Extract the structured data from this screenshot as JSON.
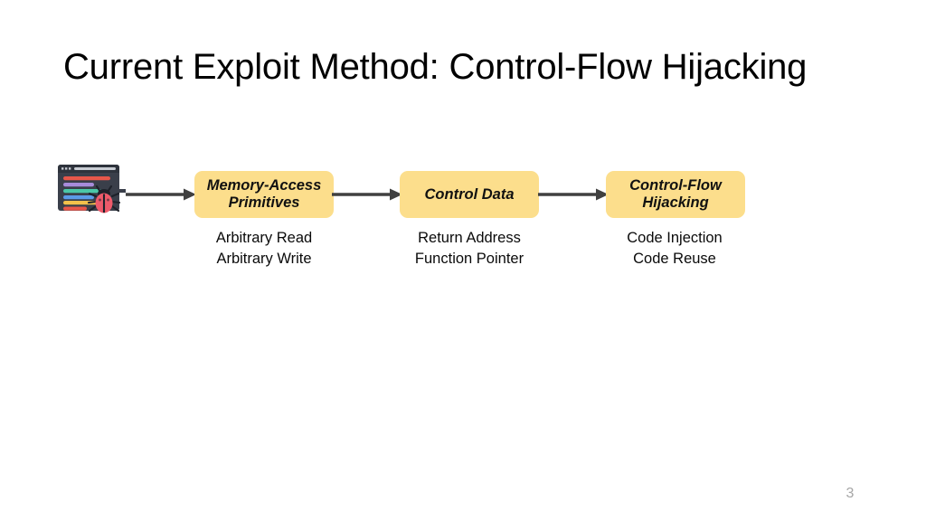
{
  "slide": {
    "title": "Current Exploit Method: Control-Flow Hijacking",
    "page_number": "3",
    "background_color": "#FFFFFF"
  },
  "diagram": {
    "type": "flow",
    "accent_color": "#FCDE8C",
    "arrow_color": "#404040",
    "source_icon": {
      "name": "buggy-code-window-icon",
      "window_color": "#3A3F4A",
      "bug_color": "#EE5A6A",
      "code_line_colors": [
        "#E8574A",
        "#A78BDA",
        "#4BC8A8",
        "#5B9BE8",
        "#F2C14B",
        "#E8574A"
      ]
    },
    "nodes": [
      {
        "id": "memory-access-primitives",
        "label": "Memory-Access\nPrimitives",
        "caption": "Arbitrary Read\nArbitrary Write"
      },
      {
        "id": "control-data",
        "label": "Control Data",
        "caption": "Return Address\nFunction Pointer"
      },
      {
        "id": "control-flow-hijacking",
        "label": "Control-Flow\nHijacking",
        "caption": "Code Injection\nCode Reuse"
      }
    ],
    "arrows": [
      {
        "id": "arrow-icon-to-node1",
        "from": "buggy-code-window-icon",
        "to": "memory-access-primitives"
      },
      {
        "id": "arrow-node1-to-node2",
        "from": "memory-access-primitives",
        "to": "control-data"
      },
      {
        "id": "arrow-node2-to-node3",
        "from": "control-data",
        "to": "control-flow-hijacking"
      }
    ]
  }
}
